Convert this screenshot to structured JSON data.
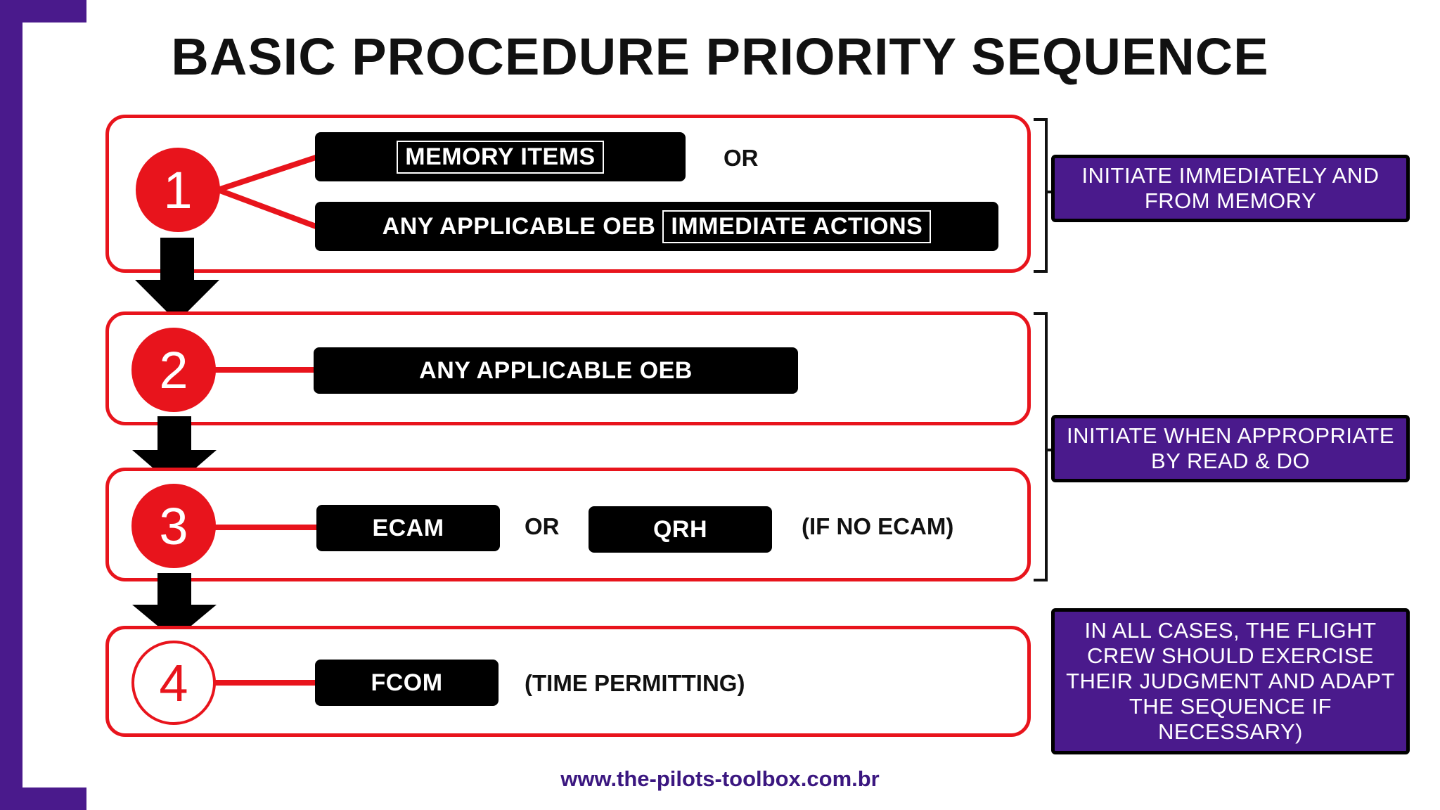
{
  "title": "BASIC PROCEDURE PRIORITY SEQUENCE",
  "steps": [
    {
      "number": "1",
      "options": [
        {
          "label": "MEMORY ITEMS"
        },
        {
          "prefix": "ANY APPLICABLE OEB",
          "label": "IMMEDIATE ACTIONS"
        }
      ],
      "or_label": "OR"
    },
    {
      "number": "2",
      "label": "ANY APPLICABLE OEB"
    },
    {
      "number": "3",
      "label_a": "ECAM",
      "or_label": "OR",
      "label_b": "QRH",
      "note": "(IF NO ECAM)"
    },
    {
      "number": "4",
      "label": "FCOM",
      "note": "(TIME PERMITTING)"
    }
  ],
  "notes": {
    "immediate": "INITIATE IMMEDIATELY AND FROM MEMORY",
    "read_do": "INITIATE WHEN APPROPRIATE BY READ & DO",
    "judgment": "IN ALL CASES, THE FLIGHT CREW SHOULD EXERCISE THEIR JUDGMENT AND ADAPT THE SEQUENCE IF NECESSARY)"
  },
  "footer_url": "www.the-pilots-toolbox.com.br",
  "colors": {
    "accent_red": "#e8141c",
    "brand_purple": "#4a1a8c",
    "box_black": "#000000"
  }
}
